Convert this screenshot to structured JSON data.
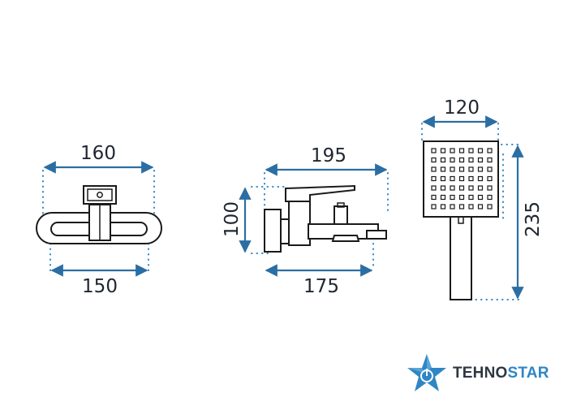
{
  "dimensions": {
    "front_top": "160",
    "front_bottom": "150",
    "side_top": "195",
    "side_left": "100",
    "side_bottom": "175",
    "shower_top": "120",
    "shower_right": "235"
  },
  "brand": {
    "name_part1": "TEHNO",
    "name_part2": "STAR",
    "icon": "star-power-icon",
    "colors": {
      "accent": "#2f86c4",
      "dark": "#2d3742"
    }
  },
  "colors": {
    "dimension_line": "#2b6ea3",
    "guide_dots": "#2f86c4",
    "outline": "#1a1a1a"
  }
}
